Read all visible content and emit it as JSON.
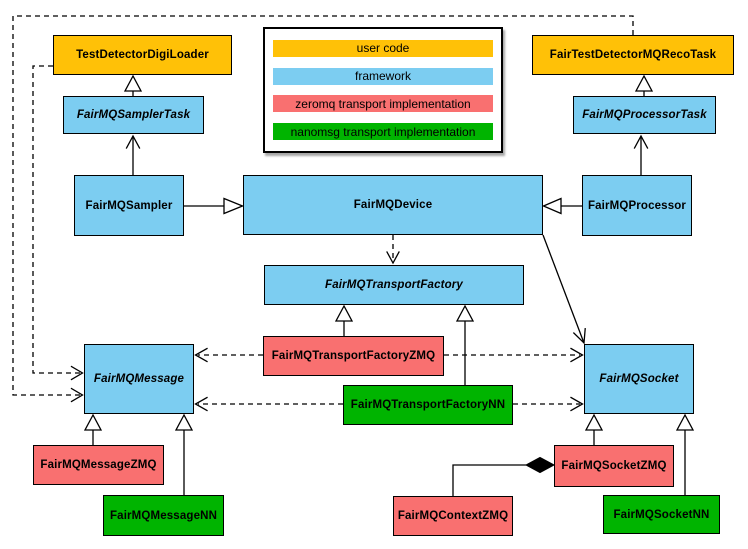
{
  "diagram_type": "UML class diagram (FairMQ architecture)",
  "nodes": {
    "testDetectorDigiLoader": {
      "label": "TestDetectorDigiLoader",
      "category": "user code"
    },
    "fairTestDetectorMQRecoTask": {
      "label": "FairTestDetectorMQRecoTask",
      "category": "user code"
    },
    "fairMQSamplerTask": {
      "label": "FairMQSamplerTask",
      "category": "framework",
      "italic": true
    },
    "fairMQProcessorTask": {
      "label": "FairMQProcessorTask",
      "category": "framework",
      "italic": true
    },
    "fairMQSampler": {
      "label": "FairMQSampler",
      "category": "framework"
    },
    "fairMQDevice": {
      "label": "FairMQDevice",
      "category": "framework"
    },
    "fairMQProcessor": {
      "label": "FairMQProcessor",
      "category": "framework"
    },
    "fairMQTransportFactory": {
      "label": "FairMQTransportFactory",
      "category": "framework",
      "italic": true
    },
    "fairMQTransportFactoryZMQ": {
      "label": "FairMQTransportFactoryZMQ",
      "category": "zeromq transport implementation"
    },
    "fairMQTransportFactoryNN": {
      "label": "FairMQTransportFactoryNN",
      "category": "nanomsg transport implementation"
    },
    "fairMQMessage": {
      "label": "FairMQMessage",
      "category": "framework",
      "italic": true
    },
    "fairMQSocket": {
      "label": "FairMQSocket",
      "category": "framework",
      "italic": true
    },
    "fairMQMessageZMQ": {
      "label": "FairMQMessageZMQ",
      "category": "zeromq transport implementation"
    },
    "fairMQMessageNN": {
      "label": "FairMQMessageNN",
      "category": "nanomsg transport implementation"
    },
    "fairMQContextZMQ": {
      "label": "FairMQContextZMQ",
      "category": "zeromq transport implementation"
    },
    "fairMQSocketZMQ": {
      "label": "FairMQSocketZMQ",
      "category": "zeromq transport implementation"
    },
    "fairMQSocketNN": {
      "label": "FairMQSocketNN",
      "category": "nanomsg transport implementation"
    }
  },
  "legend": {
    "items": [
      {
        "label": "user code",
        "color": "#FFC107"
      },
      {
        "label": "framework",
        "color": "#7CCDF1"
      },
      {
        "label": "zeromq transport implementation",
        "color": "#F97070"
      },
      {
        "label": "nanomsg transport implementation",
        "color": "#00B400"
      }
    ]
  },
  "colors": {
    "user_code": "#FFC107",
    "framework": "#7CCDF1",
    "zeromq": "#F97070",
    "nanomsg": "#00B400",
    "line": "#000000",
    "background": "#FFFFFF"
  },
  "edges": [
    {
      "from": "FairMQSamplerTask",
      "to": "TestDetectorDigiLoader",
      "style": "solid-hollow-triangle"
    },
    {
      "from": "FairMQProcessorTask",
      "to": "FairTestDetectorMQRecoTask",
      "style": "solid-hollow-triangle"
    },
    {
      "from": "FairMQSampler",
      "to": "FairMQDevice",
      "style": "solid-hollow-triangle"
    },
    {
      "from": "FairMQProcessor",
      "to": "FairMQDevice",
      "style": "solid-hollow-triangle"
    },
    {
      "from": "FairMQSampler",
      "to": "FairMQSamplerTask",
      "style": "solid-open-arrow"
    },
    {
      "from": "FairMQProcessor",
      "to": "FairMQProcessorTask",
      "style": "solid-open-arrow"
    },
    {
      "from": "FairMQDevice",
      "to": "FairMQSocket",
      "style": "solid-open-arrow"
    },
    {
      "from": "FairMQDevice",
      "to": "FairMQTransportFactory",
      "style": "dashed-open-arrow"
    },
    {
      "from": "FairMQTransportFactoryZMQ",
      "to": "FairMQTransportFactory",
      "style": "solid-hollow-triangle"
    },
    {
      "from": "FairMQTransportFactoryNN",
      "to": "FairMQTransportFactory",
      "style": "solid-hollow-triangle"
    },
    {
      "from": "FairMQTransportFactoryZMQ",
      "to": "FairMQMessage",
      "style": "dashed-open-arrow"
    },
    {
      "from": "FairMQTransportFactoryZMQ",
      "to": "FairMQSocket",
      "style": "dashed-open-arrow"
    },
    {
      "from": "FairMQTransportFactoryNN",
      "to": "FairMQMessage",
      "style": "dashed-open-arrow"
    },
    {
      "from": "FairMQTransportFactoryNN",
      "to": "FairMQSocket",
      "style": "dashed-open-arrow"
    },
    {
      "from": "TestDetectorDigiLoader",
      "to": "FairMQMessage",
      "style": "dashed-open-arrow"
    },
    {
      "from": "FairTestDetectorMQRecoTask",
      "to": "FairMQMessage",
      "style": "dashed-open-arrow"
    },
    {
      "from": "FairMQMessageZMQ",
      "to": "FairMQMessage",
      "style": "solid-hollow-triangle"
    },
    {
      "from": "FairMQMessageNN",
      "to": "FairMQMessage",
      "style": "solid-hollow-triangle"
    },
    {
      "from": "FairMQSocketZMQ",
      "to": "FairMQSocket",
      "style": "solid-hollow-triangle"
    },
    {
      "from": "FairMQSocketNN",
      "to": "FairMQSocket",
      "style": "solid-hollow-triangle"
    },
    {
      "from": "FairMQContextZMQ",
      "to": "FairMQSocketZMQ",
      "style": "solid-filled-diamond"
    }
  ]
}
